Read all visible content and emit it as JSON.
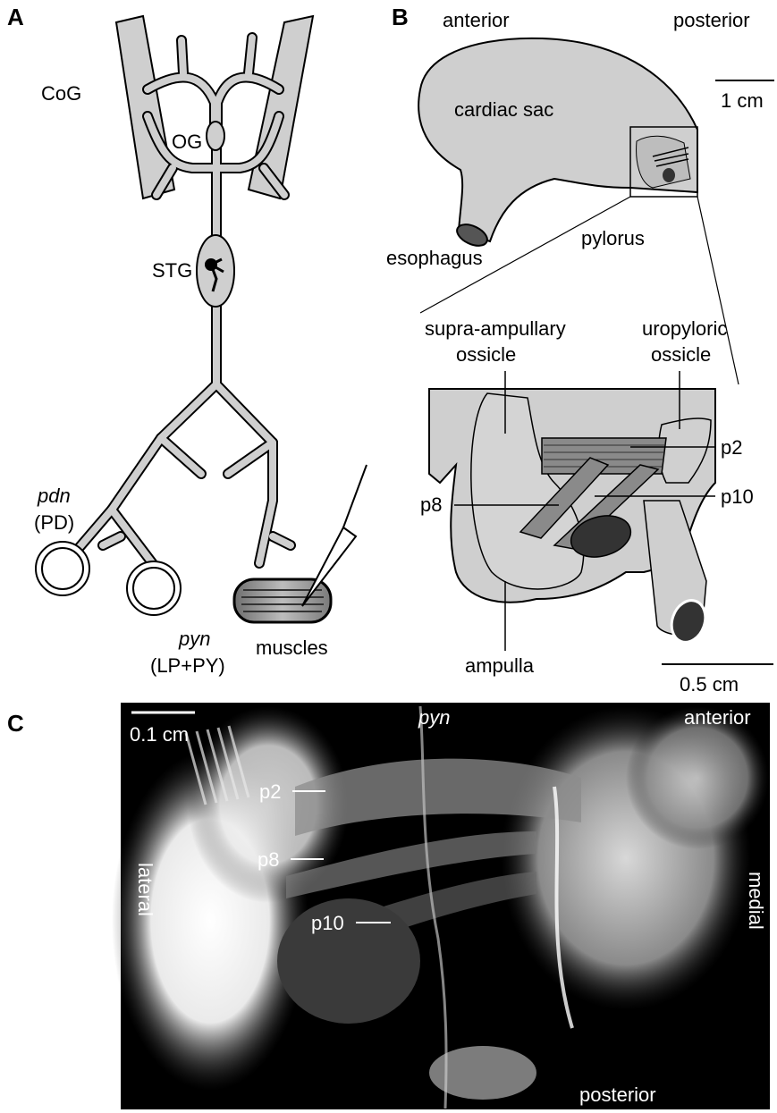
{
  "panelA": {
    "letter": "A",
    "labels": {
      "cog": "CoG",
      "og": "OG",
      "stg": "STG",
      "pdn": "pdn",
      "pd": "(PD)",
      "pyn": "pyn",
      "lppy": "(LP+PY)",
      "muscles": "muscles"
    }
  },
  "panelB": {
    "letter": "B",
    "labels": {
      "anterior": "anterior",
      "posterior": "posterior",
      "scale1": "1 cm",
      "cardiac_sac": "cardiac sac",
      "esophagus": "esophagus",
      "pylorus": "pylorus",
      "supra_line1": "supra-ampullary",
      "supra_line2": "ossicle",
      "uro_line1": "uropyloric",
      "uro_line2": "ossicle",
      "p2": "p2",
      "p8": "p8",
      "p10": "p10",
      "ampulla": "ampulla",
      "scale2": "0.5 cm"
    }
  },
  "panelC": {
    "letter": "C",
    "labels": {
      "scale": "0.1 cm",
      "pyn": "pyn",
      "anterior": "anterior",
      "posterior": "posterior",
      "lateral": "lateral",
      "medial": "medial",
      "p2": "p2",
      "p8": "p8",
      "p10": "p10"
    }
  },
  "colors": {
    "tissue_gray": "#cfcfcf",
    "photo_bg": "#000000"
  }
}
